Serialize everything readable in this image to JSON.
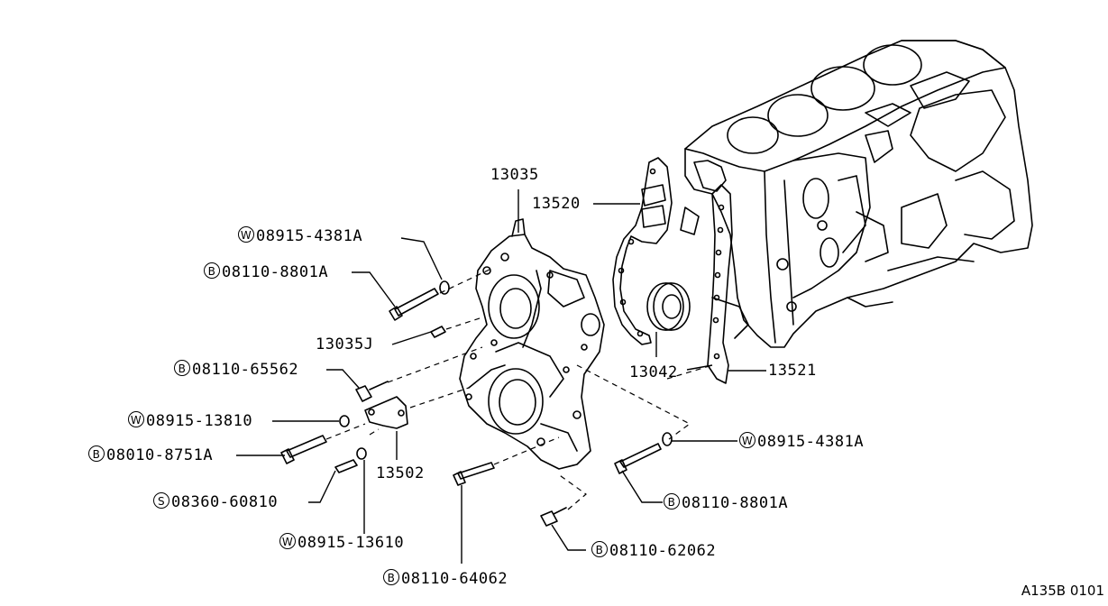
{
  "parts": {
    "p13035": "13035",
    "p13520": "13520",
    "p13035j": "13035J",
    "p13042": "13042",
    "p13521": "13521",
    "p13502": "13502"
  },
  "callouts": [
    {
      "id": "w-4381a-left",
      "badge": "W",
      "code": "08915-4381A"
    },
    {
      "id": "b-8801a-left",
      "badge": "B",
      "code": "08110-8801A"
    },
    {
      "id": "b-65562",
      "badge": "B",
      "code": "08110-65562"
    },
    {
      "id": "w-13810",
      "badge": "W",
      "code": "08915-13810"
    },
    {
      "id": "b-8751a",
      "badge": "B",
      "code": "08010-8751A"
    },
    {
      "id": "s-60810",
      "badge": "S",
      "code": "08360-60810"
    },
    {
      "id": "w-13610",
      "badge": "W",
      "code": "08915-13610"
    },
    {
      "id": "b-64062",
      "badge": "B",
      "code": "08110-64062"
    },
    {
      "id": "b-62062",
      "badge": "B",
      "code": "08110-62062"
    },
    {
      "id": "b-8801a-right",
      "badge": "B",
      "code": "08110-8801A"
    },
    {
      "id": "w-4381a-right",
      "badge": "W",
      "code": "08915-4381A"
    }
  ],
  "figure_ref": "A135B 0101"
}
